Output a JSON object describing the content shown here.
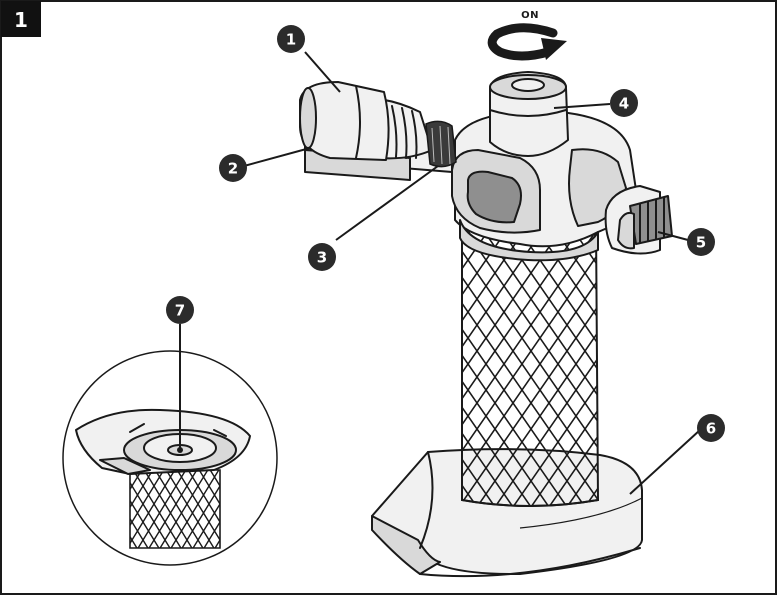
{
  "figure": {
    "number": "1"
  },
  "rotation": {
    "label": "ON"
  },
  "callouts": [
    {
      "id": "1"
    },
    {
      "id": "2"
    },
    {
      "id": "3"
    },
    {
      "id": "4"
    },
    {
      "id": "5"
    },
    {
      "id": "6"
    },
    {
      "id": "7"
    }
  ],
  "colors": {
    "ink": "#1a1a1a",
    "body_fill": "#f1f1f1",
    "shade": "#d9d9d9",
    "dark_shade": "#8f8f8f",
    "callout_fill": "#2b2b2b"
  },
  "icons": {
    "rotation": "curved-arrow-counterclockwise-icon",
    "callout": "numbered-circle-badge"
  }
}
